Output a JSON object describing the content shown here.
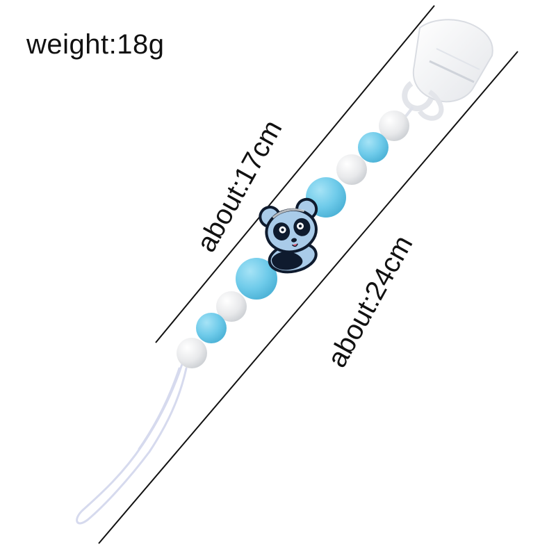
{
  "labels": {
    "weight": "weight:18g",
    "length_beads": "about:17cm",
    "length_total": "about:24cm"
  },
  "colors": {
    "bead_blue": "#74cdeb",
    "bead_white": "#e9eaec",
    "clip_white": "#f7f7f8",
    "cord": "#d8dcef",
    "line": "#111111",
    "panda_blue": "#a9cbe9",
    "panda_dark": "#0f1b2e"
  },
  "product": {
    "bead_sequence": [
      "white",
      "blue",
      "white",
      "blue",
      "panda",
      "blue",
      "white",
      "blue",
      "white"
    ]
  }
}
